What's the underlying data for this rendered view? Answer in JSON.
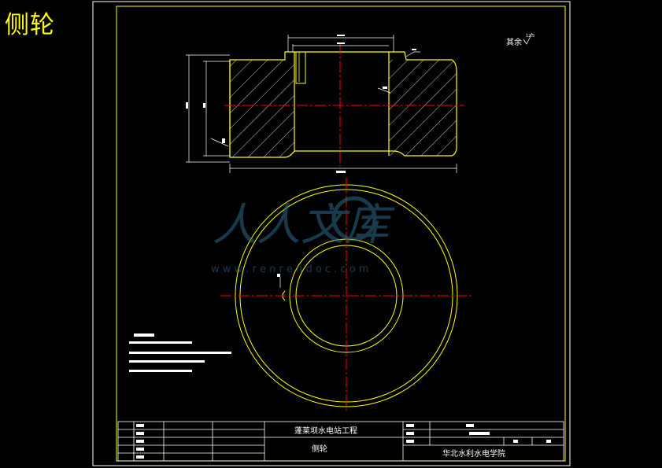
{
  "page_title": "侧轮",
  "roughness_note": "其余",
  "roughness_value": "12.5",
  "title_block": {
    "project": "蓬莱坝水电站工程",
    "part_name": "侧轮",
    "school": "华北水利水电学院"
  },
  "watermark": {
    "main": "人人文库",
    "url": "w w w . r e n r e n d o c . c o m"
  },
  "colors": {
    "background": "#000000",
    "outline": "#ffff00",
    "centerline": "#ff0000",
    "frame": "#ffffff",
    "dimension": "#ffffff"
  }
}
